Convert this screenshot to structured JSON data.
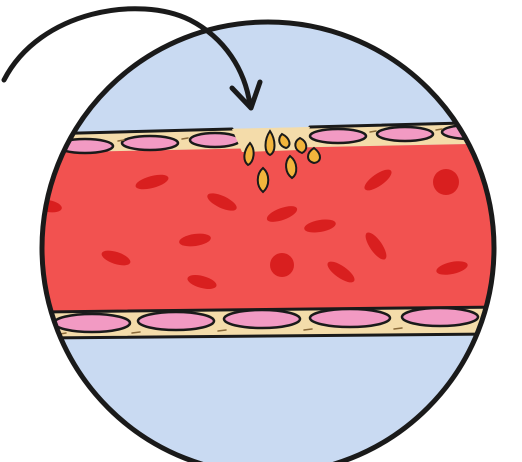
{
  "diagram": {
    "subject": "blood-vessel-injury",
    "colors": {
      "background": "#ffffff",
      "circle_fill": "#c9daf2",
      "outline": "#1a1a1a",
      "vessel_wall": "#f4dcaa",
      "blood": "#f25250",
      "red_cell": "#d91f1f",
      "endothelial_cell": "#f29ac3",
      "platelet": "#f2b43c"
    },
    "parts": {
      "magnifier_circle": "circle",
      "pointer_arrow": "curved-arrow",
      "vessel_lumen": "blood",
      "upper_wall": "endothelium",
      "lower_wall": "endothelium",
      "injury_site": "gap",
      "platelets": "platelet-cluster",
      "red_cells": "red-blood-cells"
    }
  }
}
